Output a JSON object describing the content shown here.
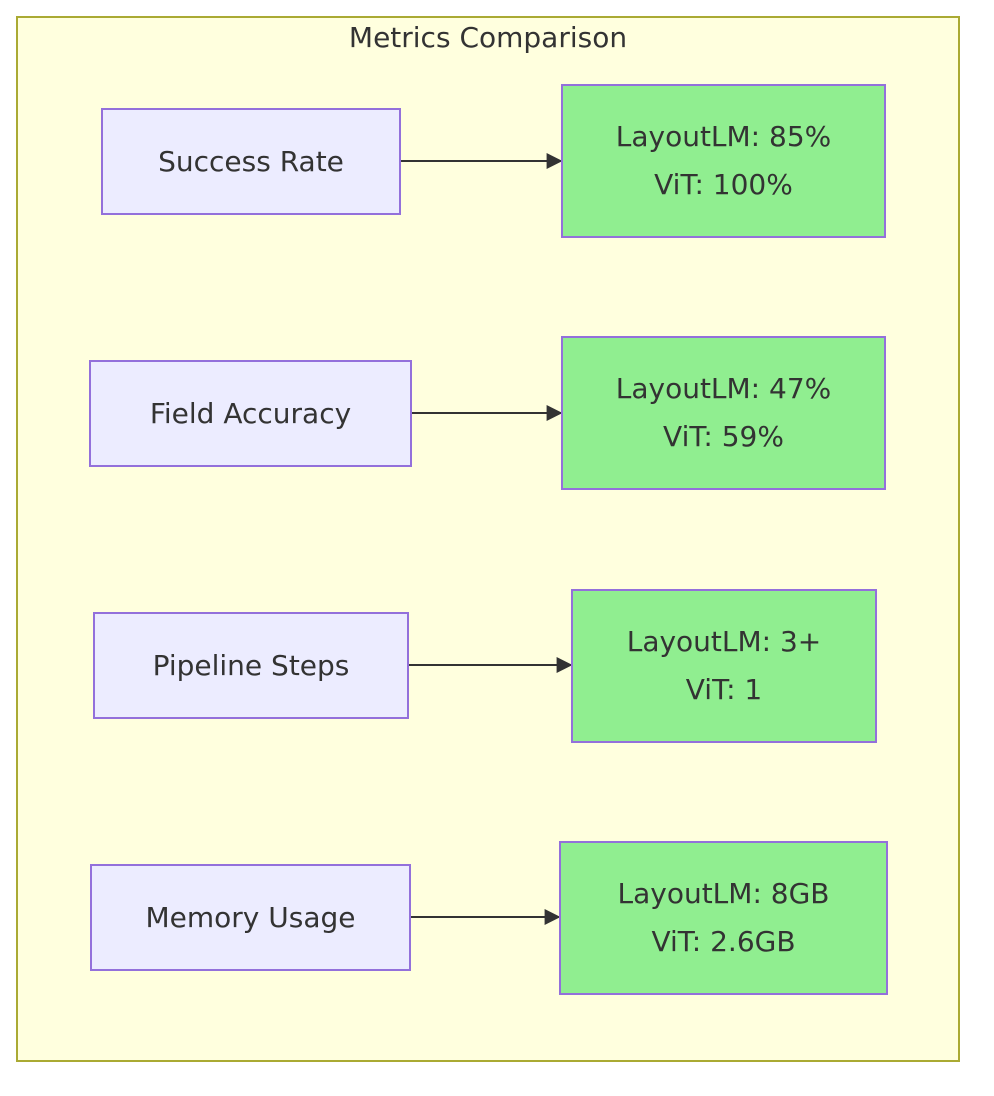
{
  "cluster": {
    "title": "Metrics Comparison"
  },
  "metrics": [
    {
      "label": "Success Rate",
      "layoutlm": "LayoutLM: 85%",
      "vit": "ViT: 100%"
    },
    {
      "label": "Field Accuracy",
      "layoutlm": "LayoutLM: 47%",
      "vit": "ViT: 59%"
    },
    {
      "label": "Pipeline Steps",
      "layoutlm": "LayoutLM: 3+",
      "vit": "ViT: 1"
    },
    {
      "label": "Memory Usage",
      "layoutlm": "LayoutLM: 8GB",
      "vit": "ViT: 2.6GB"
    }
  ],
  "colors": {
    "cluster_fill": "#ffffde",
    "cluster_stroke": "#aaaa33",
    "metric_fill": "#ececff",
    "result_fill": "#90ee90",
    "node_stroke": "#9370db",
    "edge": "#333333"
  }
}
